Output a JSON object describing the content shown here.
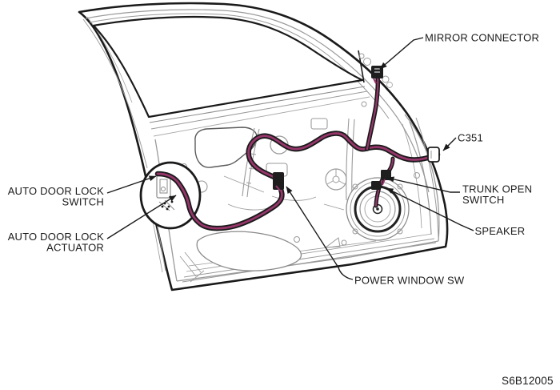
{
  "diagram": {
    "figure_code": "S6B12005",
    "colors": {
      "harness": "#96366b",
      "line": "#1a1a1a",
      "detail_gray": "#9a9a9a"
    },
    "labels": {
      "mirror_connector": "MIRROR CONNECTOR",
      "c351": "C351",
      "trunk_open_switch": {
        "line1": "TRUNK OPEN",
        "line2": "SWITCH"
      },
      "speaker": "SPEAKER",
      "power_window_sw": "POWER WINDOW SW",
      "auto_door_lock_switch": {
        "line1": "AUTO DOOR LOCK",
        "line2": "SWITCH"
      },
      "auto_door_lock_actuator": {
        "line1": "AUTO DOOR LOCK",
        "line2": "ACTUATOR"
      }
    }
  }
}
